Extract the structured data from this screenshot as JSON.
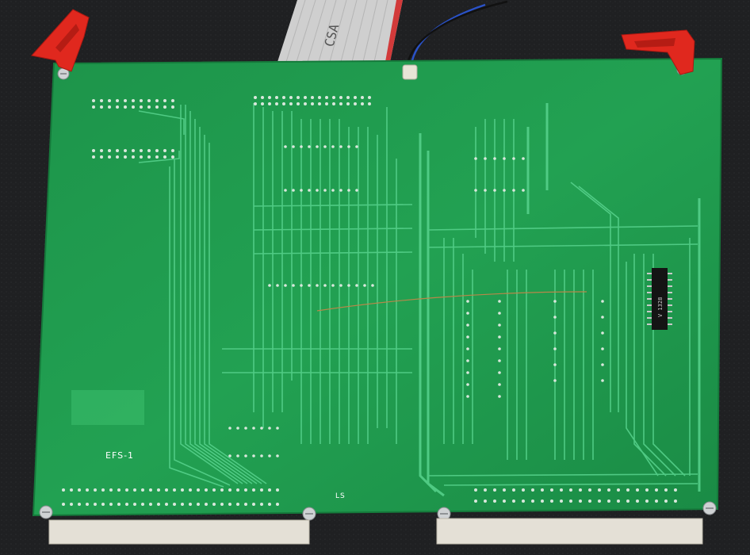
{
  "scene": {
    "board_label": "EFS-1",
    "bottom_label": "LS",
    "cable_marking": "CSA",
    "chip_marking": "V 1328",
    "colors": {
      "background": "#1f2022",
      "pcb": "#1f9a4e",
      "pcb_dark": "#167a3b",
      "trace": "#55d08a",
      "pad": "#d9e8dc",
      "ejector": "#e0281e",
      "connector": "#e4e0d6",
      "ribbon": "#cfcfcf"
    }
  }
}
